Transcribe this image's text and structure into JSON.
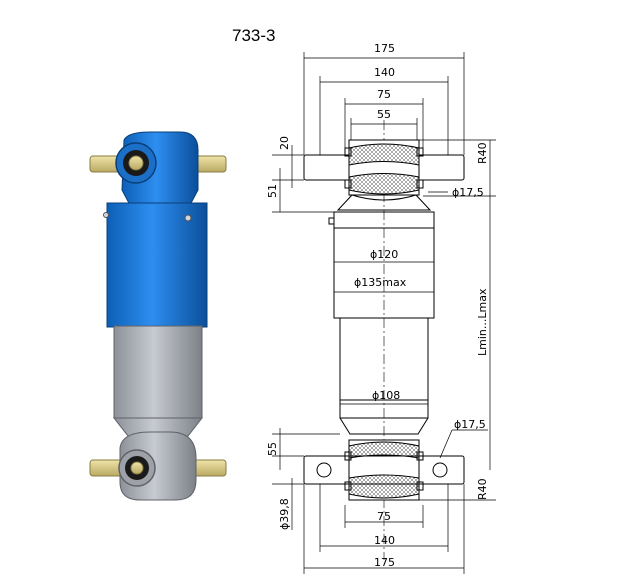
{
  "title": "733-3",
  "dims": {
    "top_175": "175",
    "top_140": "140",
    "top_75": "75",
    "top_55": "55",
    "left_20": "20",
    "left_51": "51",
    "r40_top": "R40",
    "dia17_top": "ϕ17,5",
    "dia120": "ϕ120",
    "dia135": "ϕ135max",
    "length": "Lmin...Lmax",
    "dia108": "ϕ108",
    "dia17_bottom": "ϕ17,5",
    "left_55": "55",
    "r40_bottom": "R40",
    "dia39": "ϕ39,8",
    "bot_75": "75",
    "bot_140": "140",
    "bot_175": "175"
  },
  "colors": {
    "body_blue": "#1e78d6",
    "body_gray": "#a9adb4",
    "pin_beige": "#d8cc8c"
  }
}
